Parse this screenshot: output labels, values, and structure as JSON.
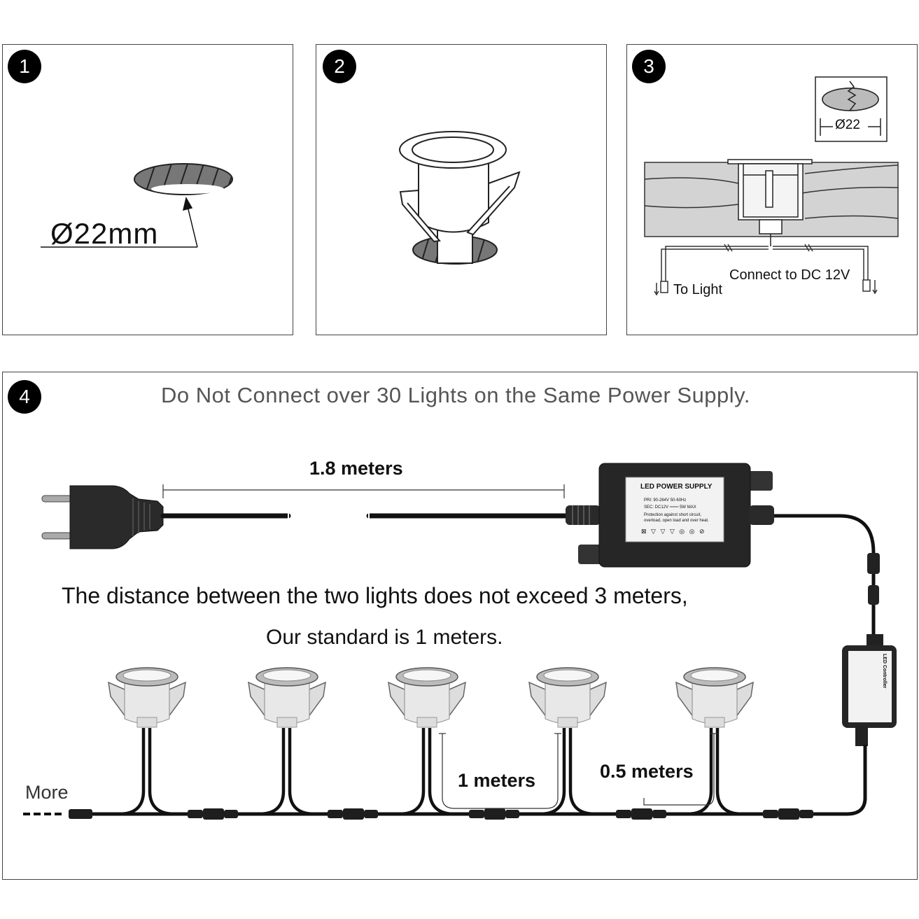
{
  "steps": [
    {
      "number": "1"
    },
    {
      "number": "2"
    },
    {
      "number": "3"
    },
    {
      "number": "4"
    }
  ],
  "step1": {
    "diameter_label": "Ø22mm"
  },
  "step3": {
    "inset_label": "Ø22",
    "connect_label": "Connect to DC 12V",
    "to_light_label": "To Light"
  },
  "step4": {
    "title": "Do Not Connect over 30 Lights on the Same Power Supply.",
    "cable_length_label": "1.8 meters",
    "distance_note_line1": "The distance between the two lights does not exceed 3 meters,",
    "distance_note_line2": "Our standard is 1 meters.",
    "spacing_label_1": "1 meters",
    "spacing_label_2": "0.5 meters",
    "more_label": "More",
    "power_supply": {
      "title": "LED POWER SUPPLY",
      "line1": "PRI: 90-264V  50-60Hz",
      "line2": "SEC: DC12V ═══  5W MAX",
      "line3": "Protection against short circuit,",
      "line4": "overload, open load and over heat."
    },
    "controller_label": "LED Controller"
  },
  "colors": {
    "ink": "#111111",
    "hatch_fill": "#777777",
    "wood": "#cfcfcf",
    "box_dark": "#232323",
    "light_body": "#e6e6e6"
  }
}
